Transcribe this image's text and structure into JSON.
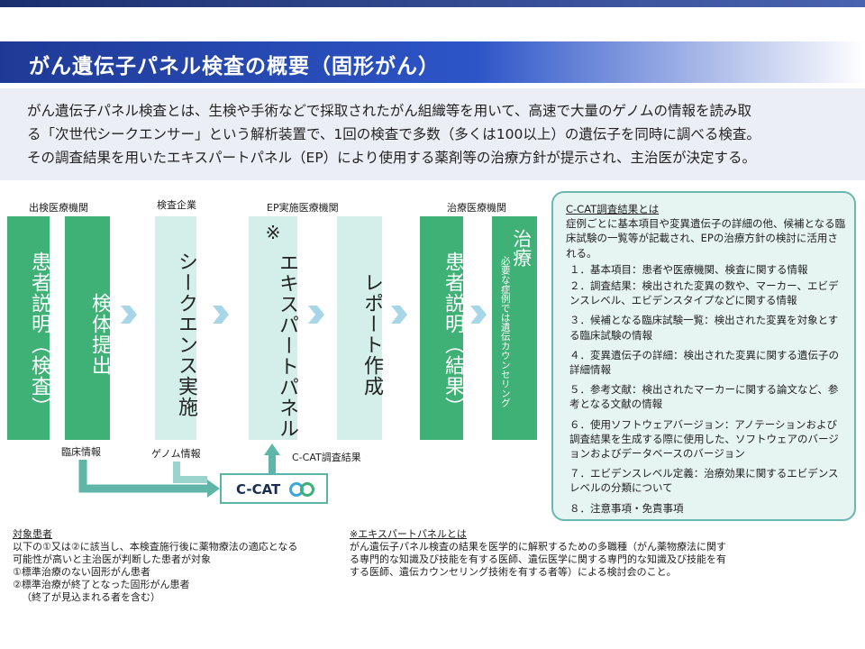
{
  "title": "がん遺伝子パネル検査の概要（固形がん）",
  "intro": {
    "lines": [
      "がん遺伝子パネル検査とは、生検や手術などで採取されたがん組織等を用いて、高速で大量のゲノムの情報を読み取",
      "る「次世代シークエンサー」という解析装置で、1回の検査で多数（多くは100以上）の遺伝子を同時に調べる検査。",
      "その調査結果を用いたエキスパートパネル（EP）により使用する薬剤等の治療方針が提示され、主治医が決定する。"
    ]
  },
  "flow": {
    "headers": {
      "origin": "出検医療機関",
      "company": "検査企業",
      "ep": "EP実施医療機関",
      "treatment": "治療医療機関"
    },
    "steps": {
      "patient_explain": "患者説明（検査）",
      "sample": "検体提出",
      "sequence": "シークエンス実施",
      "ep_mark": "※",
      "expert_panel": "エキスパートパネル",
      "report": "レポート作成",
      "patient_result": "患者説明（結果）",
      "treatment_main": "治療",
      "treatment_sub": "必要な症例では遺伝カウンセリング"
    },
    "labels": {
      "clinical_info": "臨床情報",
      "genome_info": "ゲノム情報",
      "ccat_result": "C-CAT調査結果"
    },
    "ccat": "C-CAT"
  },
  "ccat_panel": {
    "heading": "C-CAT調査結果とは",
    "description": "症例ごとに基本項目や変異遺伝子の詳細の他、候補となる臨床試験の一覧等が記載され、EPの治療方針の検討に活用される。",
    "items": [
      "１．基本項目：患者や医療機関、検査に関する情報",
      "２．調査結果：検出された変異の数や、マーカー、エビデンスレベル、エビデンスタイプなどに関する情報",
      "３．候補となる臨床試験一覧：検出された変異を対象とする臨床試験の情報",
      "４．変異遺伝子の詳細：検出された変異に関する遺伝子の詳細情報",
      "５．参考文献：検出されたマーカーに関する論文など、参考となる文献の情報",
      "６．使用ソフトウェアバージョン：アノテーションおよび調査結果を生成する際に使用した、ソフトウェアのバージョンおよびデータベースのバージョン",
      "７．エビデンスレベル定義：治療効果に関するエビデンスレベルの分類について",
      "８．注意事項・免責事項"
    ]
  },
  "target_patients": {
    "heading": "対象患者",
    "lines": [
      "以下の①又は②に該当し、本検査施行後に薬物療法の適応となる",
      "可能性が高いと主治医が判断した患者が対象",
      "①標準治療のない固形がん患者",
      "②標準治療が終了となった固形がん患者",
      "（終了が見込まれる者を含む）"
    ]
  },
  "expert_panel_note": {
    "heading": "※エキスパートパネルとは",
    "lines": [
      "がん遺伝子パネル検査の結果を医学的に解釈するための多職種（がん薬物療法に関す",
      "る専門的な知識及び技能を有する医師、遺伝医学に関する専門的な知識及び技能を有",
      "する医師、遺伝カウンセリング技術を有する者等）による検討会のこと。"
    ]
  },
  "colors": {
    "title_bar": "#1f3a96",
    "green": "#3fb076",
    "pale_teal": "#d4efe9",
    "arrow": "#a7d6e9",
    "ccat_border": "#5ab5a8"
  }
}
